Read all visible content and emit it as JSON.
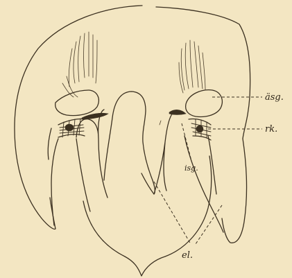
{
  "labels": {
    "asg": "äsg.",
    "rk": "rk.",
    "isg": "isg.",
    "el": "el."
  },
  "colors": {
    "paper": "#f3e6c2",
    "ink": "#3b3020"
  }
}
